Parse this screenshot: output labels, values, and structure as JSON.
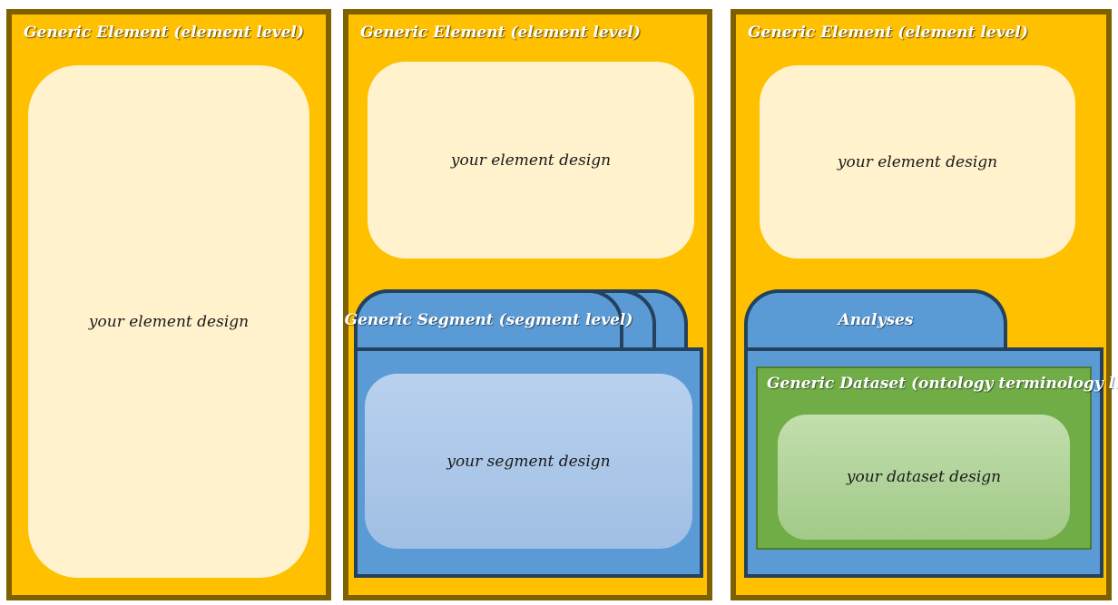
{
  "colors": {
    "page_bg": "#FFFFFF",
    "element_fill": "#FFC000",
    "element_border": "#7F6000",
    "element_design_fill": "#FFF2CC",
    "segment_fill": "#5B9BD5",
    "segment_border": "#24425E",
    "segment_design_top": "#B9D1EE",
    "segment_design_bottom": "#A0BFE4",
    "dataset_fill": "#70AD47",
    "dataset_border": "#4E7A31",
    "dataset_design_top": "#C2DEAE",
    "dataset_design_bottom": "#A2CA88",
    "title_text": "#FFFFFF",
    "placeholder_text": "#1A1A1A"
  },
  "panels": [
    {
      "title": "Generic Element (element level)",
      "element_placeholder": "your element design"
    },
    {
      "title": "Generic Element (element level)",
      "element_placeholder": "your element design",
      "segment": {
        "tab_title": "Generic Segment (segment level)",
        "placeholder": "your segment design",
        "stacked_tabs": 3
      }
    },
    {
      "title": "Generic Element (element level)",
      "element_placeholder": "your element design",
      "analyses_tab": "Analyses",
      "dataset": {
        "title": "Generic Dataset (ontology terminology level)",
        "placeholder": "your dataset design"
      }
    }
  ]
}
